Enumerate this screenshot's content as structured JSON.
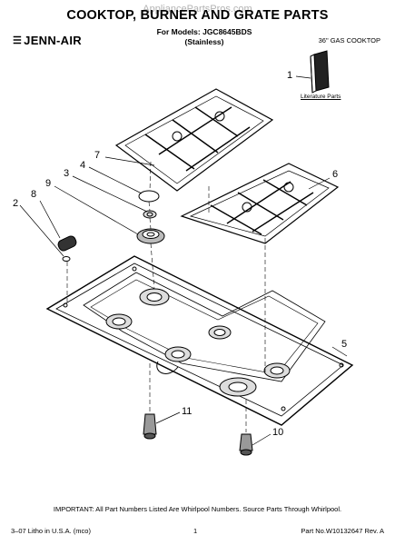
{
  "watermark": "AppliancePartsPros.com",
  "title": "COOKTOP, BURNER AND GRATE PARTS",
  "models_line1": "For Models: JGC8645BDS",
  "models_line2": "(Stainless)",
  "brand": "JENN-AIR",
  "subtitle": "36\" GAS COOKTOP",
  "literature_label": "Literature Parts",
  "callouts": [
    "1",
    "2",
    "3",
    "4",
    "5",
    "6",
    "7",
    "8",
    "9",
    "10",
    "11"
  ],
  "footnote": "IMPORTANT: All Part Numbers Listed Are Whirlpool Numbers. Source Parts Through Whirlpool.",
  "footer_left": "3–07 Litho in U.S.A. (mco)",
  "footer_page": "1",
  "footer_right": "Part No.W10132647 Rev. A"
}
